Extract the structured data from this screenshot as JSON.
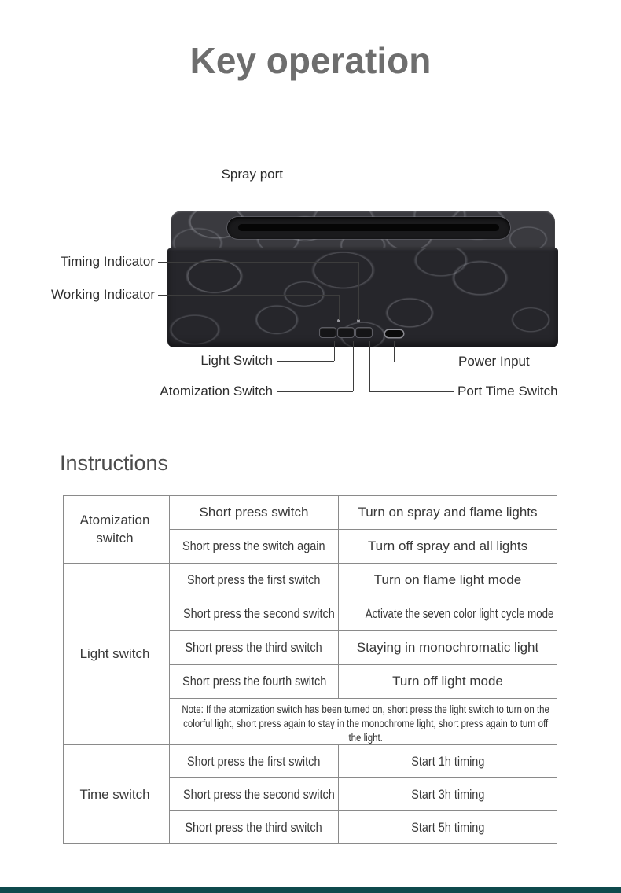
{
  "page": {
    "title": "Key operation",
    "instructions_heading": "Instructions"
  },
  "callouts": {
    "spray_port": "Spray port",
    "timing_indicator": "Timing Indicator",
    "working_indicator": "Working Indicator",
    "light_switch": "Light Switch",
    "atomization_switch": "Atomization Switch",
    "power_input": "Power Input",
    "port_time_switch": "Port Time Switch"
  },
  "table": {
    "groups": [
      {
        "label": "Atomization switch",
        "rows": [
          {
            "action": "Short press switch",
            "result": "Turn on spray and flame lights"
          },
          {
            "action": "Short press the switch again",
            "result": "Turn off spray and all lights"
          }
        ]
      },
      {
        "label": "Light switch",
        "rows": [
          {
            "action": "Short press the first switch",
            "result": "Turn on flame light mode"
          },
          {
            "action": "Short press the second switch",
            "result": "Activate the seven color light cycle mode"
          },
          {
            "action": "Short press the third switch",
            "result": "Staying in monochromatic light"
          },
          {
            "action": "Short press the fourth switch",
            "result": "Turn off light mode"
          }
        ],
        "note": "Note: If the atomization switch has been turned on, short press the light switch to turn on the colorful light, short press again to stay in the monochrome light, short press again to turn off the light."
      },
      {
        "label": "Time switch",
        "rows": [
          {
            "action": "Short press the first switch",
            "result": "Start 1h timing"
          },
          {
            "action": "Short press the second switch",
            "result": "Start 3h timing"
          },
          {
            "action": "Short press the third switch",
            "result": "Start 5h timing"
          }
        ]
      }
    ]
  },
  "colors": {
    "accent_bar": "#0f4a4d",
    "title_gray": "#6e6e6e",
    "table_border": "#8a8a8a"
  }
}
